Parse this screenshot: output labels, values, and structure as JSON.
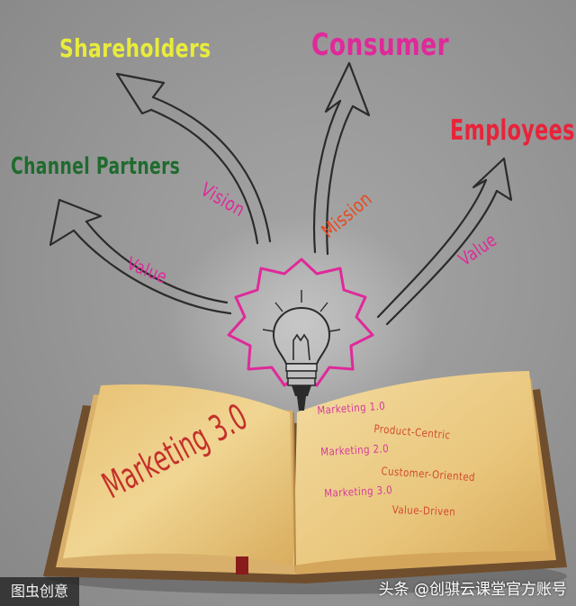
{
  "labels": {
    "shareholders": "Shareholders",
    "consumer": "Consumer",
    "employees": "Employees",
    "channel_partners": "Channel Partners"
  },
  "arrow_labels": {
    "vision": "Vision",
    "mission": "Mission",
    "value_left": "Value",
    "value_right": "Value"
  },
  "book": {
    "title": "Marketing 3.0",
    "stages": [
      {
        "name": "Marketing 1.0",
        "focus": "Product-Centric"
      },
      {
        "name": "Marketing 2.0",
        "focus": "Customer-Oriented"
      },
      {
        "name": "Marketing 3.0",
        "focus": "Value-Driven"
      }
    ]
  },
  "watermarks": {
    "left": "图虫创意",
    "right": "头条 @创骐云课堂官方账号"
  },
  "colors": {
    "background": "#9a9a9a",
    "shareholders": "#e8ec3a",
    "consumer": "#e0299a",
    "employees": "#e8233a",
    "channel_partners": "#1f6b2e",
    "bulb_outline": "#e0299a",
    "book_page": "#e8c679",
    "book_cover": "#7a5a3a"
  },
  "icons": {
    "bulb": "lightbulb-icon",
    "arrows": "sketch-arrow-icon"
  }
}
